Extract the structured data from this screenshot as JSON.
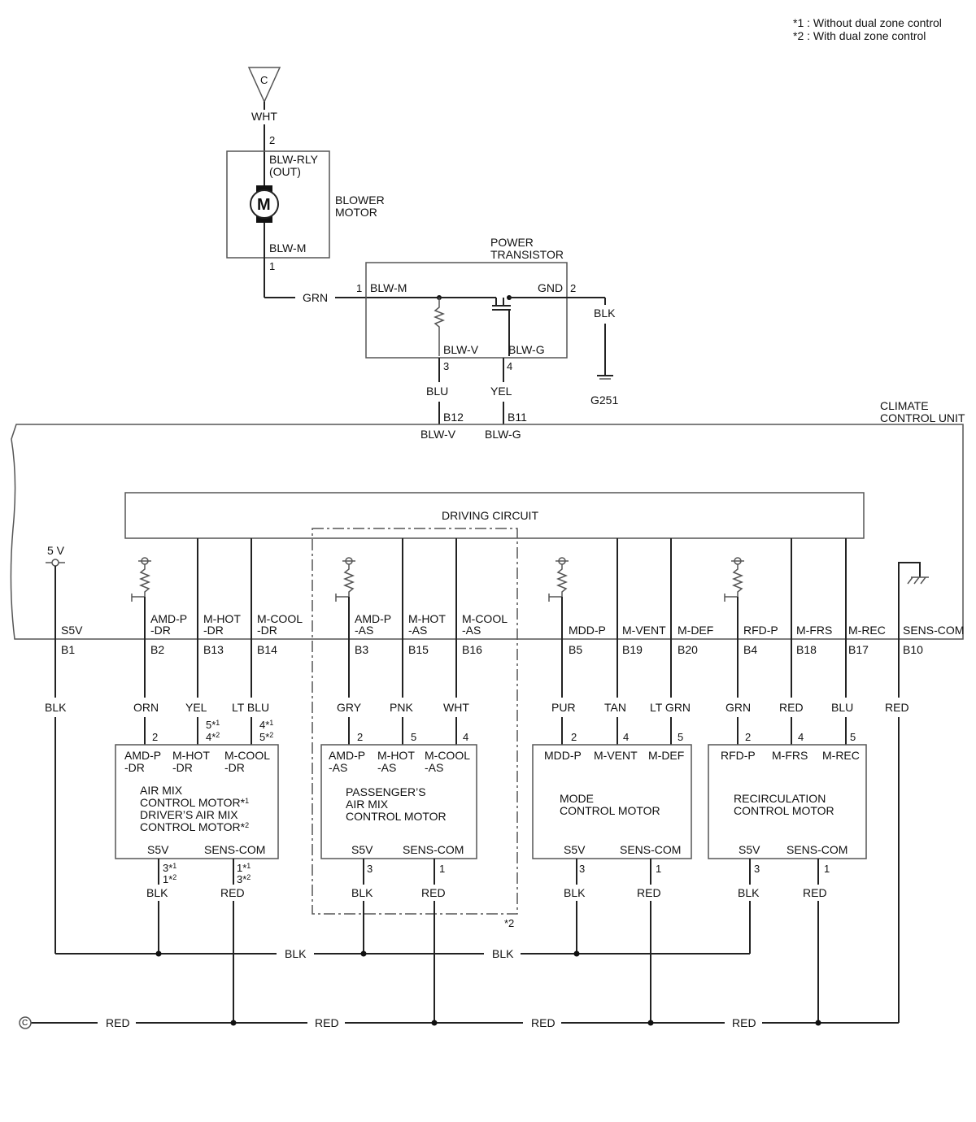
{
  "notes": {
    "note1": "*1 : Without dual zone control",
    "note2": "*2 : With dual zone control"
  },
  "connector_c": {
    "label": "C"
  },
  "blower_motor": {
    "title1": "BLOWER",
    "title2": "MOTOR",
    "wire_top": "WHT",
    "pin_top": "2",
    "rly_label1": "BLW-RLY",
    "rly_label2": "(OUT)",
    "motor_symbol": "M",
    "blwm_label": "BLW-M",
    "pin_bottom": "1",
    "wire_out": "GRN"
  },
  "power_transistor": {
    "title1": "POWER",
    "title2": "TRANSISTOR",
    "pin1": "1",
    "blwm": "BLW-M",
    "gnd": "GND",
    "pin2": "2",
    "gnd_wire": "BLK",
    "blwv": "BLW-V",
    "blwg": "BLW-G",
    "pin3": "3",
    "pin4": "4",
    "wire_v": "BLU",
    "wire_g": "YEL",
    "ground": "G251"
  },
  "climate_unit": {
    "title1": "CLIMATE",
    "title2": "CONTROL UNIT",
    "b12": "B12",
    "b11": "B11",
    "blwv": "BLW-V",
    "blwg": "BLW-G",
    "driving_circuit": "DRIVING CIRCUIT",
    "five_v": "5 V"
  },
  "terminals": [
    {
      "n1": "S5V",
      "n2": "",
      "pin": "B1",
      "wire": "BLK"
    },
    {
      "n1": "AMD-P",
      "n2": "-DR",
      "pin": "B2",
      "wire": "ORN"
    },
    {
      "n1": "M-HOT",
      "n2": "-DR",
      "pin": "B13",
      "wire": "YEL"
    },
    {
      "n1": "M-COOL",
      "n2": "-DR",
      "pin": "B14",
      "wire": "LT BLU"
    },
    {
      "n1": "AMD-P",
      "n2": "-AS",
      "pin": "B3",
      "wire": "GRY"
    },
    {
      "n1": "M-HOT",
      "n2": "-AS",
      "pin": "B15",
      "wire": "PNK"
    },
    {
      "n1": "M-COOL",
      "n2": "-AS",
      "pin": "B16",
      "wire": "WHT"
    },
    {
      "n1": "MDD-P",
      "n2": "",
      "pin": "B5",
      "wire": "PUR"
    },
    {
      "n1": "M-VENT",
      "n2": "",
      "pin": "B19",
      "wire": "TAN"
    },
    {
      "n1": "M-DEF",
      "n2": "",
      "pin": "B20",
      "wire": "LT GRN"
    },
    {
      "n1": "RFD-P",
      "n2": "",
      "pin": "B4",
      "wire": "GRN"
    },
    {
      "n1": "M-FRS",
      "n2": "",
      "pin": "B18",
      "wire": "RED"
    },
    {
      "n1": "M-REC",
      "n2": "",
      "pin": "B17",
      "wire": "BLU"
    },
    {
      "n1": "SENS-COM",
      "n2": "",
      "pin": "B10",
      "wire": "RED"
    }
  ],
  "motor_dr": {
    "pin_amd": "2",
    "pin_hot": "5*",
    "pin_hot_sup": "1",
    "pin_hot2": "4*",
    "pin_hot2_sup": "2",
    "pin_cool": "4*",
    "pin_cool_sup": "1",
    "pin_cool2": "5*",
    "pin_cool2_sup": "2",
    "l1a": "AMD-P",
    "l1b": "-DR",
    "l2a": "M-HOT",
    "l2b": "-DR",
    "l3a": "M-COOL",
    "l3b": "-DR",
    "title1": "AIR MIX",
    "title2": "CONTROL MOTOR*",
    "title2_sup": "1",
    "title3": "DRIVER’S AIR MIX",
    "title4": "CONTROL MOTOR*",
    "title4_sup": "2",
    "s5v": "S5V",
    "sens": "SENS-COM",
    "pin_s5v_a": "3*",
    "pin_s5v_a_sup": "1",
    "pin_s5v_b": "1*",
    "pin_s5v_b_sup": "2",
    "pin_sens_a": "1*",
    "pin_sens_a_sup": "1",
    "pin_sens_b": "3*",
    "pin_sens_b_sup": "2",
    "wire_s5v": "BLK",
    "wire_sens": "RED"
  },
  "motor_as": {
    "pin_amd": "2",
    "pin_hot": "5",
    "pin_cool": "4",
    "l1a": "AMD-P",
    "l1b": "-AS",
    "l2a": "M-HOT",
    "l2b": "-AS",
    "l3a": "M-COOL",
    "l3b": "-AS",
    "title1": "PASSENGER’S",
    "title2": "AIR MIX",
    "title3": "CONTROL MOTOR",
    "s5v": "S5V",
    "sens": "SENS-COM",
    "pin_s5v": "3",
    "pin_sens": "1",
    "wire_s5v": "BLK",
    "wire_sens": "RED",
    "dash_note": "*2"
  },
  "motor_mode": {
    "pin_a": "2",
    "pin_b": "4",
    "pin_c": "5",
    "la": "MDD-P",
    "lb": "M-VENT",
    "lc": "M-DEF",
    "title1": "MODE",
    "title2": "CONTROL MOTOR",
    "s5v": "S5V",
    "sens": "SENS-COM",
    "pin_s5v": "3",
    "pin_sens": "1",
    "wire_s5v": "BLK",
    "wire_sens": "RED"
  },
  "motor_recirc": {
    "pin_a": "2",
    "pin_b": "4",
    "pin_c": "5",
    "la": "RFD-P",
    "lb": "M-FRS",
    "lc": "M-REC",
    "title1": "RECIRCULATION",
    "title2": "CONTROL MOTOR",
    "s5v": "S5V",
    "sens": "SENS-COM",
    "pin_s5v": "3",
    "pin_sens": "1",
    "wire_s5v": "BLK",
    "wire_sens": "RED"
  },
  "bus": {
    "blk1": "BLK",
    "blk2": "BLK",
    "connector": "C",
    "red1": "RED",
    "red2": "RED",
    "red3": "RED",
    "red4": "RED"
  }
}
